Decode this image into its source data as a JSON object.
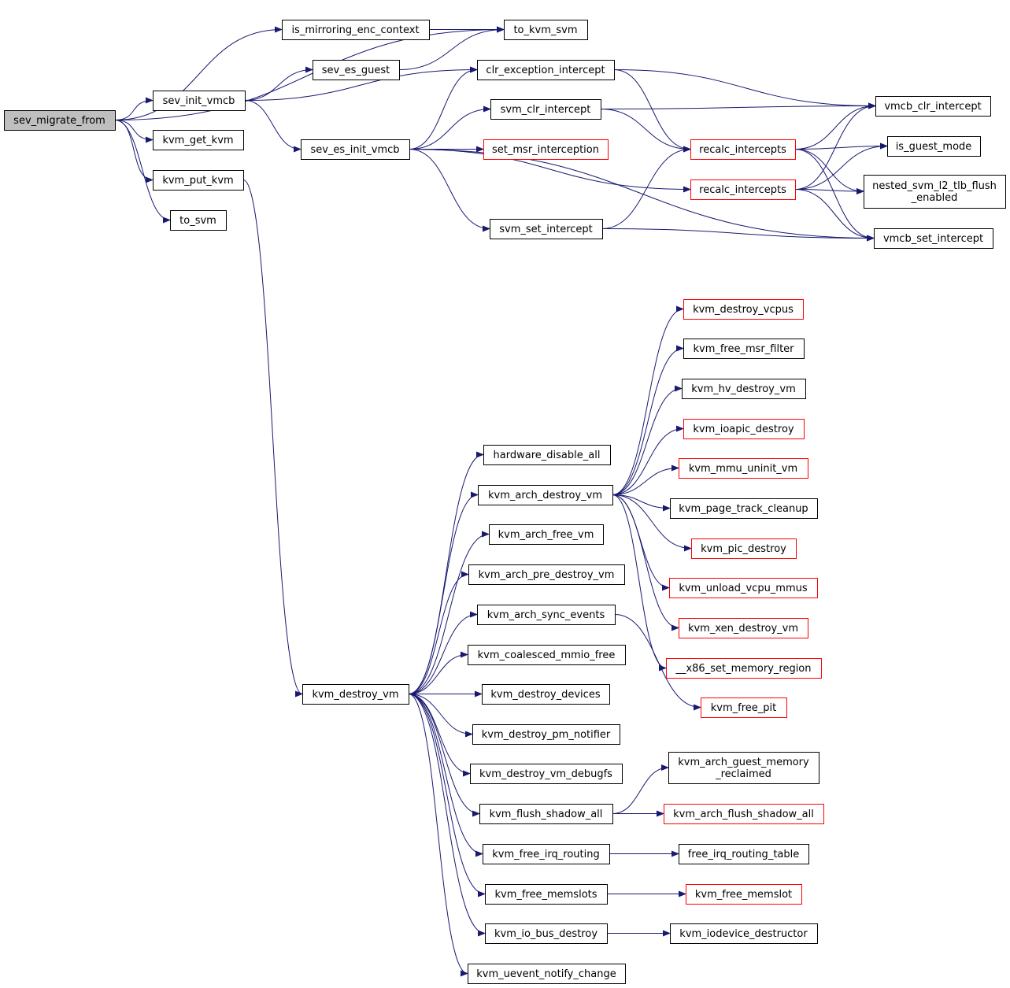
{
  "colors": {
    "edge": "#191970",
    "border_normal": "#000000",
    "border_truncated": "#ff0000",
    "root_fill": "#bfbfbf",
    "node_fill": "#ffffff"
  },
  "nodes": {
    "sev_migrate_from": {
      "lines": [
        "sev_migrate_from"
      ],
      "kind": "root"
    },
    "is_mirroring_enc_context": {
      "lines": [
        "is_mirroring_enc_context"
      ],
      "kind": "normal"
    },
    "to_kvm_svm": {
      "lines": [
        "to_kvm_svm"
      ],
      "kind": "normal"
    },
    "sev_es_guest": {
      "lines": [
        "sev_es_guest"
      ],
      "kind": "normal"
    },
    "sev_init_vmcb": {
      "lines": [
        "sev_init_vmcb"
      ],
      "kind": "normal"
    },
    "clr_exception_intercept": {
      "lines": [
        "clr_exception_intercept"
      ],
      "kind": "normal"
    },
    "svm_clr_intercept": {
      "lines": [
        "svm_clr_intercept"
      ],
      "kind": "normal"
    },
    "vmcb_clr_intercept": {
      "lines": [
        "vmcb_clr_intercept"
      ],
      "kind": "normal"
    },
    "kvm_get_kvm": {
      "lines": [
        "kvm_get_kvm"
      ],
      "kind": "normal"
    },
    "sev_es_init_vmcb": {
      "lines": [
        "sev_es_init_vmcb"
      ],
      "kind": "normal"
    },
    "set_msr_interception": {
      "lines": [
        "set_msr_interception"
      ],
      "kind": "truncated"
    },
    "recalc_intercepts_1": {
      "lines": [
        "recalc_intercepts"
      ],
      "kind": "truncated"
    },
    "is_guest_mode": {
      "lines": [
        "is_guest_mode"
      ],
      "kind": "normal"
    },
    "kvm_put_kvm": {
      "lines": [
        "kvm_put_kvm"
      ],
      "kind": "normal"
    },
    "recalc_intercepts_2": {
      "lines": [
        "recalc_intercepts"
      ],
      "kind": "truncated"
    },
    "nested_svm_l2_tlb_flush_enabled": {
      "lines": [
        "nested_svm_l2_tlb_flush",
        "_enabled"
      ],
      "kind": "normal"
    },
    "to_svm": {
      "lines": [
        "to_svm"
      ],
      "kind": "normal"
    },
    "svm_set_intercept": {
      "lines": [
        "svm_set_intercept"
      ],
      "kind": "normal"
    },
    "vmcb_set_intercept": {
      "lines": [
        "vmcb_set_intercept"
      ],
      "kind": "normal"
    },
    "kvm_destroy_vcpus": {
      "lines": [
        "kvm_destroy_vcpus"
      ],
      "kind": "truncated"
    },
    "kvm_free_msr_filter": {
      "lines": [
        "kvm_free_msr_filter"
      ],
      "kind": "normal"
    },
    "kvm_hv_destroy_vm": {
      "lines": [
        "kvm_hv_destroy_vm"
      ],
      "kind": "normal"
    },
    "kvm_ioapic_destroy": {
      "lines": [
        "kvm_ioapic_destroy"
      ],
      "kind": "truncated"
    },
    "hardware_disable_all": {
      "lines": [
        "hardware_disable_all"
      ],
      "kind": "normal"
    },
    "kvm_mmu_uninit_vm": {
      "lines": [
        "kvm_mmu_uninit_vm"
      ],
      "kind": "truncated"
    },
    "kvm_arch_destroy_vm": {
      "lines": [
        "kvm_arch_destroy_vm"
      ],
      "kind": "normal"
    },
    "kvm_page_track_cleanup": {
      "lines": [
        "kvm_page_track_cleanup"
      ],
      "kind": "normal"
    },
    "kvm_arch_free_vm": {
      "lines": [
        "kvm_arch_free_vm"
      ],
      "kind": "normal"
    },
    "kvm_pic_destroy": {
      "lines": [
        "kvm_pic_destroy"
      ],
      "kind": "truncated"
    },
    "kvm_arch_pre_destroy_vm": {
      "lines": [
        "kvm_arch_pre_destroy_vm"
      ],
      "kind": "normal"
    },
    "kvm_unload_vcpu_mmus": {
      "lines": [
        "kvm_unload_vcpu_mmus"
      ],
      "kind": "truncated"
    },
    "kvm_arch_sync_events": {
      "lines": [
        "kvm_arch_sync_events"
      ],
      "kind": "normal"
    },
    "kvm_xen_destroy_vm": {
      "lines": [
        "kvm_xen_destroy_vm"
      ],
      "kind": "truncated"
    },
    "kvm_coalesced_mmio_free": {
      "lines": [
        "kvm_coalesced_mmio_free"
      ],
      "kind": "normal"
    },
    "x86_set_memory_region": {
      "lines": [
        "__x86_set_memory_region"
      ],
      "kind": "truncated"
    },
    "kvm_destroy_vm": {
      "lines": [
        "kvm_destroy_vm"
      ],
      "kind": "normal"
    },
    "kvm_destroy_devices": {
      "lines": [
        "kvm_destroy_devices"
      ],
      "kind": "normal"
    },
    "kvm_free_pit": {
      "lines": [
        "kvm_free_pit"
      ],
      "kind": "truncated"
    },
    "kvm_destroy_pm_notifier": {
      "lines": [
        "kvm_destroy_pm_notifier"
      ],
      "kind": "normal"
    },
    "kvm_destroy_vm_debugfs": {
      "lines": [
        "kvm_destroy_vm_debugfs"
      ],
      "kind": "normal"
    },
    "kvm_arch_guest_memory_reclaimed": {
      "lines": [
        "kvm_arch_guest_memory",
        "_reclaimed"
      ],
      "kind": "normal"
    },
    "kvm_flush_shadow_all": {
      "lines": [
        "kvm_flush_shadow_all"
      ],
      "kind": "normal"
    },
    "kvm_arch_flush_shadow_all": {
      "lines": [
        "kvm_arch_flush_shadow_all"
      ],
      "kind": "truncated"
    },
    "kvm_free_irq_routing": {
      "lines": [
        "kvm_free_irq_routing"
      ],
      "kind": "normal"
    },
    "free_irq_routing_table": {
      "lines": [
        "free_irq_routing_table"
      ],
      "kind": "normal"
    },
    "kvm_free_memslots": {
      "lines": [
        "kvm_free_memslots"
      ],
      "kind": "normal"
    },
    "kvm_free_memslot": {
      "lines": [
        "kvm_free_memslot"
      ],
      "kind": "truncated"
    },
    "kvm_io_bus_destroy": {
      "lines": [
        "kvm_io_bus_destroy"
      ],
      "kind": "normal"
    },
    "kvm_iodevice_destructor": {
      "lines": [
        "kvm_iodevice_destructor"
      ],
      "kind": "normal"
    },
    "kvm_uevent_notify_change": {
      "lines": [
        "kvm_uevent_notify_change"
      ],
      "kind": "normal"
    }
  },
  "edges": [
    [
      "sev_migrate_from",
      "is_mirroring_enc_context"
    ],
    [
      "sev_migrate_from",
      "to_kvm_svm"
    ],
    [
      "sev_migrate_from",
      "sev_init_vmcb"
    ],
    [
      "sev_migrate_from",
      "kvm_get_kvm"
    ],
    [
      "sev_migrate_from",
      "kvm_put_kvm"
    ],
    [
      "sev_migrate_from",
      "to_svm"
    ],
    [
      "is_mirroring_enc_context",
      "to_kvm_svm"
    ],
    [
      "sev_es_guest",
      "to_kvm_svm"
    ],
    [
      "sev_init_vmcb",
      "sev_es_guest"
    ],
    [
      "sev_init_vmcb",
      "clr_exception_intercept"
    ],
    [
      "sev_init_vmcb",
      "sev_es_init_vmcb"
    ],
    [
      "clr_exception_intercept",
      "vmcb_clr_intercept"
    ],
    [
      "clr_exception_intercept",
      "recalc_intercepts_1"
    ],
    [
      "svm_clr_intercept",
      "vmcb_clr_intercept"
    ],
    [
      "svm_clr_intercept",
      "recalc_intercepts_1"
    ],
    [
      "sev_es_init_vmcb",
      "clr_exception_intercept"
    ],
    [
      "sev_es_init_vmcb",
      "svm_clr_intercept"
    ],
    [
      "sev_es_init_vmcb",
      "set_msr_interception"
    ],
    [
      "sev_es_init_vmcb",
      "recalc_intercepts_2"
    ],
    [
      "sev_es_init_vmcb",
      "svm_set_intercept"
    ],
    [
      "sev_es_init_vmcb",
      "vmcb_set_intercept"
    ],
    [
      "recalc_intercepts_1",
      "vmcb_clr_intercept"
    ],
    [
      "recalc_intercepts_1",
      "is_guest_mode"
    ],
    [
      "recalc_intercepts_1",
      "nested_svm_l2_tlb_flush_enabled"
    ],
    [
      "recalc_intercepts_1",
      "vmcb_set_intercept"
    ],
    [
      "recalc_intercepts_2",
      "vmcb_clr_intercept"
    ],
    [
      "recalc_intercepts_2",
      "is_guest_mode"
    ],
    [
      "recalc_intercepts_2",
      "nested_svm_l2_tlb_flush_enabled"
    ],
    [
      "recalc_intercepts_2",
      "vmcb_set_intercept"
    ],
    [
      "svm_set_intercept",
      "recalc_intercepts_1"
    ],
    [
      "svm_set_intercept",
      "vmcb_set_intercept"
    ],
    [
      "kvm_put_kvm",
      "kvm_destroy_vm"
    ],
    [
      "kvm_destroy_vm",
      "hardware_disable_all"
    ],
    [
      "kvm_destroy_vm",
      "kvm_arch_destroy_vm"
    ],
    [
      "kvm_destroy_vm",
      "kvm_arch_free_vm"
    ],
    [
      "kvm_destroy_vm",
      "kvm_arch_pre_destroy_vm"
    ],
    [
      "kvm_destroy_vm",
      "kvm_arch_sync_events"
    ],
    [
      "kvm_destroy_vm",
      "kvm_coalesced_mmio_free"
    ],
    [
      "kvm_destroy_vm",
      "kvm_destroy_devices"
    ],
    [
      "kvm_destroy_vm",
      "kvm_destroy_pm_notifier"
    ],
    [
      "kvm_destroy_vm",
      "kvm_destroy_vm_debugfs"
    ],
    [
      "kvm_destroy_vm",
      "kvm_flush_shadow_all"
    ],
    [
      "kvm_destroy_vm",
      "kvm_free_irq_routing"
    ],
    [
      "kvm_destroy_vm",
      "kvm_free_memslots"
    ],
    [
      "kvm_destroy_vm",
      "kvm_io_bus_destroy"
    ],
    [
      "kvm_destroy_vm",
      "kvm_uevent_notify_change"
    ],
    [
      "kvm_arch_destroy_vm",
      "kvm_destroy_vcpus"
    ],
    [
      "kvm_arch_destroy_vm",
      "kvm_free_msr_filter"
    ],
    [
      "kvm_arch_destroy_vm",
      "kvm_hv_destroy_vm"
    ],
    [
      "kvm_arch_destroy_vm",
      "kvm_ioapic_destroy"
    ],
    [
      "kvm_arch_destroy_vm",
      "kvm_mmu_uninit_vm"
    ],
    [
      "kvm_arch_destroy_vm",
      "kvm_page_track_cleanup"
    ],
    [
      "kvm_arch_destroy_vm",
      "kvm_pic_destroy"
    ],
    [
      "kvm_arch_destroy_vm",
      "kvm_unload_vcpu_mmus"
    ],
    [
      "kvm_arch_destroy_vm",
      "kvm_xen_destroy_vm"
    ],
    [
      "kvm_arch_destroy_vm",
      "x86_set_memory_region"
    ],
    [
      "kvm_arch_sync_events",
      "kvm_free_pit"
    ],
    [
      "kvm_flush_shadow_all",
      "kvm_arch_guest_memory_reclaimed"
    ],
    [
      "kvm_flush_shadow_all",
      "kvm_arch_flush_shadow_all"
    ],
    [
      "kvm_free_irq_routing",
      "free_irq_routing_table"
    ],
    [
      "kvm_free_memslots",
      "kvm_free_memslot"
    ],
    [
      "kvm_io_bus_destroy",
      "kvm_iodevice_destructor"
    ]
  ]
}
